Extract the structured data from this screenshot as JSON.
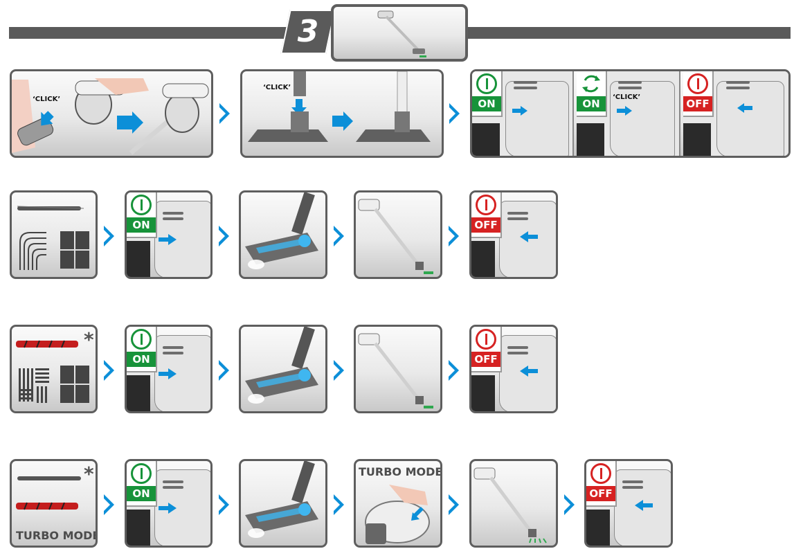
{
  "step_number": "3",
  "labels": {
    "click": "‘CLICK’",
    "click_b": "‘CLICK’",
    "click_c": "‘CLICK’",
    "turbo_mode": "TURBO MODE",
    "turbo_mode_floor": "TURBO MODE"
  },
  "switch_states": {
    "on": "ON",
    "off": "OFF"
  },
  "colors": {
    "bar": "#5a5a5a",
    "panel_border": "#5e5e5e",
    "arrow_blue": "#0c8fd8",
    "on_green": "#17933a",
    "off_red": "#d62222",
    "brush_red": "#c41e1e",
    "light_blue": "#3fb6f0"
  },
  "icons": [
    "click-arrow-icon",
    "next-chevron-icon",
    "power-on-icon",
    "power-off-icon",
    "power-cycle-icon",
    "asterisk-icon",
    "brush-roll-icon",
    "floor-pattern-icon"
  ]
}
